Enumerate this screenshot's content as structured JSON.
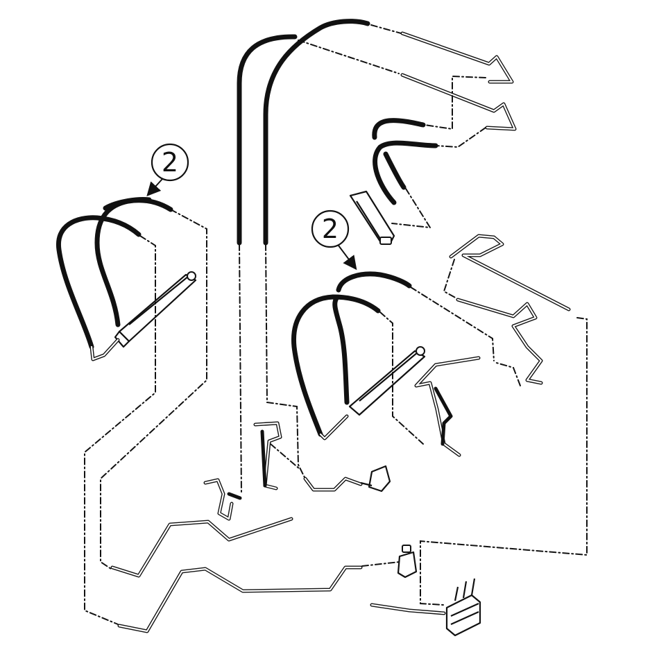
{
  "callouts": [
    {
      "id": "left",
      "label": "2"
    },
    {
      "id": "center",
      "label": "2"
    }
  ],
  "colors": {
    "ink": "#111111",
    "paper": "#ffffff"
  }
}
